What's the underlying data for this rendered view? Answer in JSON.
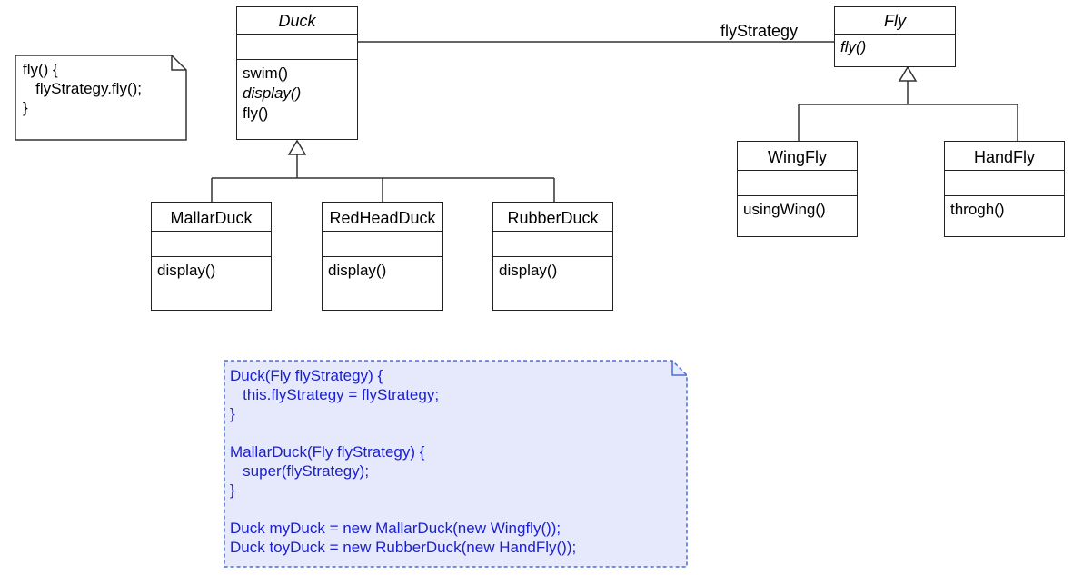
{
  "association_label": "flyStrategy",
  "classes": {
    "duck": {
      "name": "Duck",
      "ops": [
        "swim()",
        "display()",
        "fly()"
      ]
    },
    "fly": {
      "name": "Fly",
      "ops": [
        "fly()"
      ]
    },
    "mallard": {
      "name": "MallarDuck",
      "ops": [
        "display()"
      ]
    },
    "redhead": {
      "name": "RedHeadDuck",
      "ops": [
        "display()"
      ]
    },
    "rubber": {
      "name": "RubberDuck",
      "ops": [
        "display()"
      ]
    },
    "wingfly": {
      "name": "WingFly",
      "ops": [
        "usingWing()"
      ]
    },
    "handfly": {
      "name": "HandFly",
      "ops": [
        "throgh()"
      ]
    }
  },
  "notes": {
    "fly_note": "fly() {\n   flyStrategy.fly();\n}",
    "code_note": "Duck(Fly flyStrategy) {\n   this.flyStrategy = flyStrategy;\n}\n\nMallarDuck(Fly flyStrategy) {\n   super(flyStrategy);\n}\n\nDuck myDuck = new MallarDuck(new Wingfly());\nDuck toyDuck = new RubberDuck(new HandFly());"
  },
  "colors": {
    "note_highlight_fill": "#e6e8fb",
    "note_highlight_border": "#4a6fd8",
    "note_highlight_text": "#1a1fd0"
  }
}
